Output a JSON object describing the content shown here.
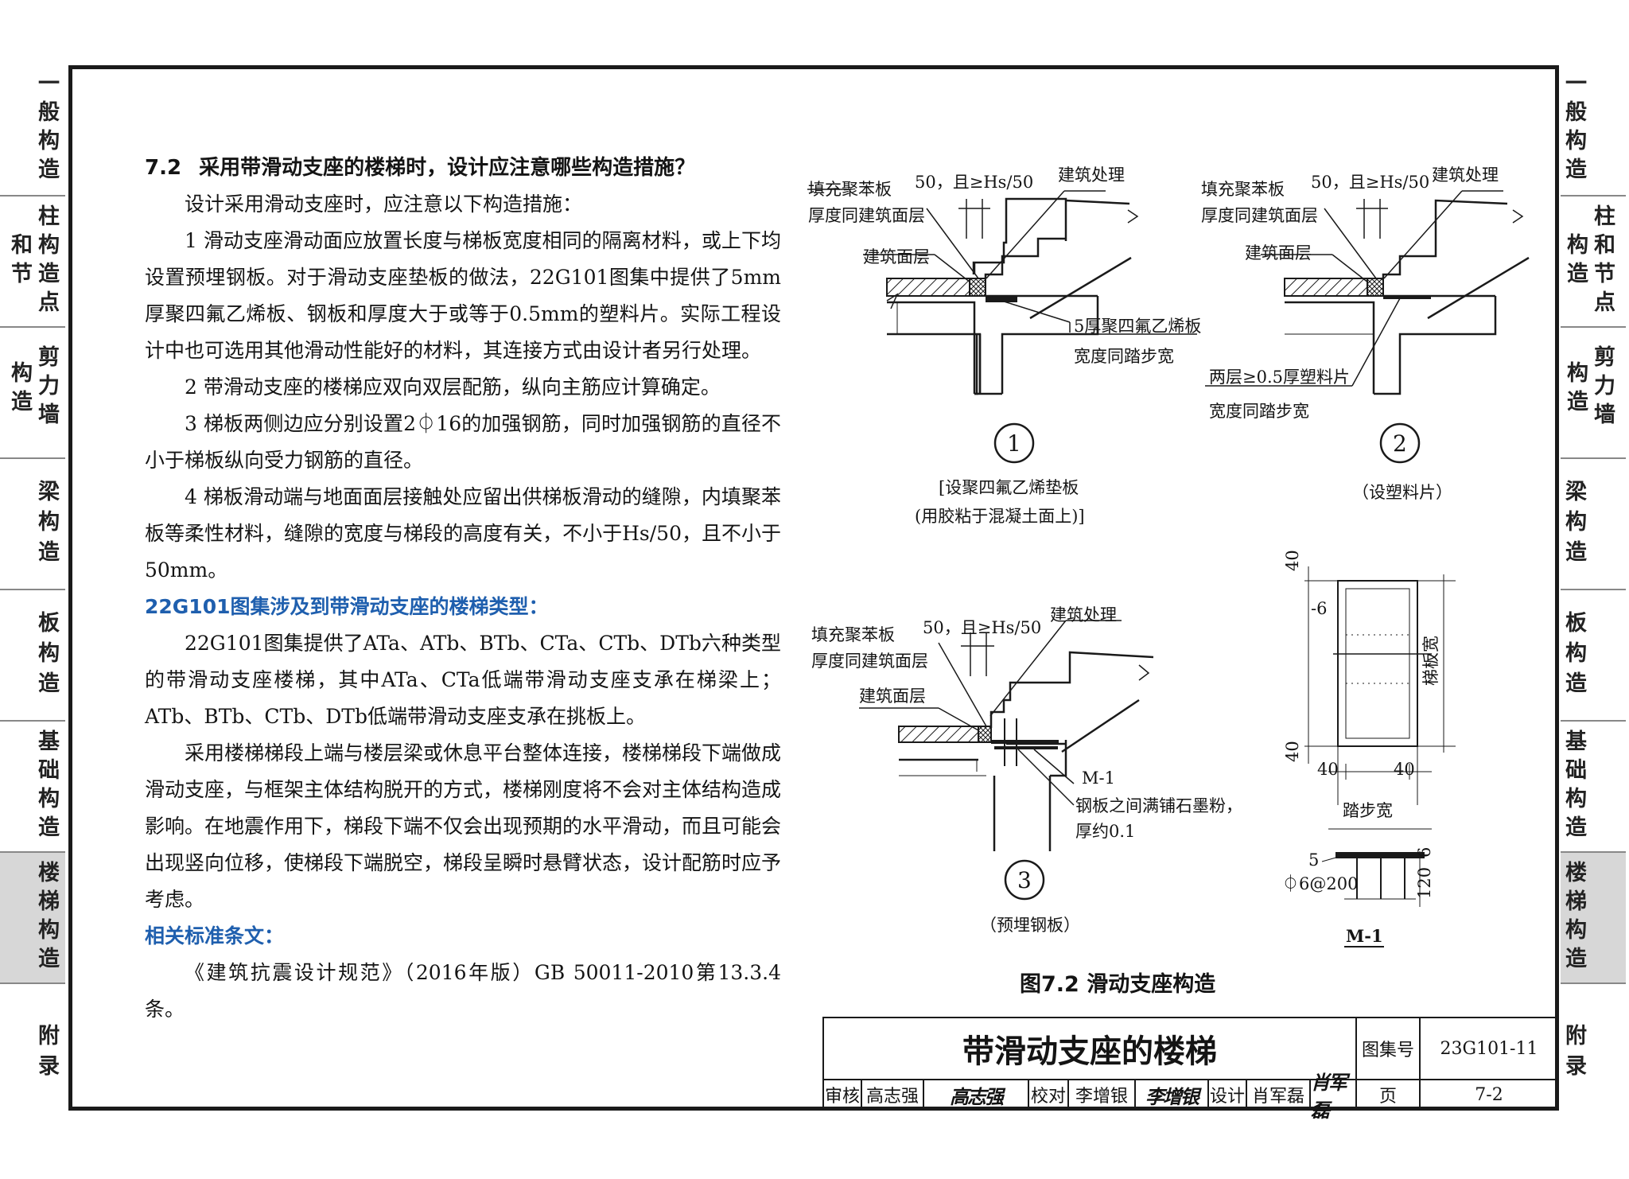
{
  "nav_tabs": [
    {
      "lines": [
        "一",
        "般",
        "构",
        "造"
      ]
    },
    {
      "lines": [
        "柱",
        "和",
        "构",
        "节",
        "造",
        "点"
      ]
    },
    {
      "lines": [
        "剪",
        "构",
        "力",
        "造",
        "墙"
      ]
    },
    {
      "lines": [
        "梁",
        "构",
        "造"
      ]
    },
    {
      "lines": [
        "板",
        "构",
        "造"
      ]
    },
    {
      "lines": [
        "基",
        "础",
        "构",
        "造"
      ]
    },
    {
      "lines": [
        "楼",
        "梯",
        "构",
        "造"
      ]
    },
    {
      "lines": [
        "附",
        "录"
      ]
    }
  ],
  "section": {
    "number": "7.2",
    "question": "采用带滑动支座的楼梯时，设计应注意哪些构造措施？",
    "intro": "设计采用滑动支座时，应注意以下构造措施：",
    "items": [
      "1 滑动支座滑动面应放置长度与梯板宽度相同的隔离材料，或上下均设置预埋钢板。对于滑动支座垫板的做法，22G101图集中提供了5mm厚聚四氟乙烯板、钢板和厚度大于或等于0.5mm的塑料片。实际工程设计中也可选用其他滑动性能好的材料，其连接方式由设计者另行处理。",
      "2 带滑动支座的楼梯应双向双层配筋，纵向主筋应计算确定。",
      "3 梯板两侧边应分别设置2⏀16的加强钢筋，同时加强钢筋的直径不小于梯板纵向受力钢筋的直径。",
      "4 梯板滑动端与地面面层接触处应留出供梯板滑动的缝隙，内填聚苯板等柔性材料，缝隙的宽度与梯段的高度有关，不小于Hs/50，且不小于50mm。"
    ],
    "types_heading": "22G101图集涉及到带滑动支座的楼梯类型：",
    "types_text": "22G101图集提供了ATa、ATb、BTb、CTa、CTb、DTb六种类型的带滑动支座楼梯，其中ATa、CTa低端带滑动支座支承在梯梁上；ATb、BTb、CTb、DTb低端带滑动支座支承在挑板上。",
    "explanation": "采用楼梯梯段上端与楼层梁或休息平台整体连接，楼梯梯段下端做成滑动支座，与框架主体结构脱开的方式，楼梯刚度将不会对主体结构造成影响。在地震作用下，梯段下端不仅会出现预期的水平滑动，而且可能会出现竖向位移，使梯段下端脱空，梯段呈瞬时悬臂状态，设计配筋时应予考虑。",
    "standards_heading": "相关标准条文：",
    "standards_text": "《建筑抗震设计规范》（2016年版）GB 50011-2010第13.3.4条。"
  },
  "figure": {
    "common": {
      "fill_label_1": "填充聚苯板",
      "fill_label_2": "厚度同建筑面层",
      "gap_label": "50，且≥Hs/50",
      "arch_treat": "建筑处理",
      "surface": "建筑面层"
    },
    "d1": {
      "num": "1",
      "pad_1": "5厚聚四氟乙烯板",
      "pad_2": "宽度同踏步宽",
      "cap_1": "[设聚四氟乙烯垫板",
      "cap_2": "(用胶粘于混凝土面上)]"
    },
    "d2": {
      "num": "2",
      "pad_1": "两层≥0.5厚塑料片",
      "pad_2": "宽度同踏步宽",
      "cap": "（设塑料片）"
    },
    "d3": {
      "num": "3",
      "m_label": "M-1",
      "note_1": "钢板之间满铺石墨粉，",
      "note_2": "厚约0.1",
      "cap": "（预埋钢板）"
    },
    "m1": {
      "dim_40_top": "40",
      "dim_6": "-6",
      "slab_width": "梯板宽",
      "dim_40_bottom": "40",
      "dim_40_left": "40",
      "dim_40_right": "40",
      "step_width": "踏步宽",
      "sec_5": "5",
      "sec_6": "6",
      "sec_bar": "⏀6@200",
      "sec_120": "120",
      "title": "M-1"
    },
    "caption": "图7.2   滑动支座构造"
  },
  "title_block": {
    "title": "带滑动支座的楼梯",
    "atlas_label": "图集号",
    "atlas_no": "23G101-11",
    "review_label": "审核",
    "reviewer": "高志强",
    "reviewer_sig": "高志强",
    "check_label": "校对",
    "checker": "李增银",
    "checker_sig": "李增银",
    "design_label": "设计",
    "designer": "肖军磊",
    "designer_sig": "肖军磊",
    "page_label": "页",
    "page_no": "7-2"
  },
  "colors": {
    "heading_blue": "#1f5fae",
    "active_tab": "#d7d7d7",
    "line": "#1a1a1a"
  }
}
